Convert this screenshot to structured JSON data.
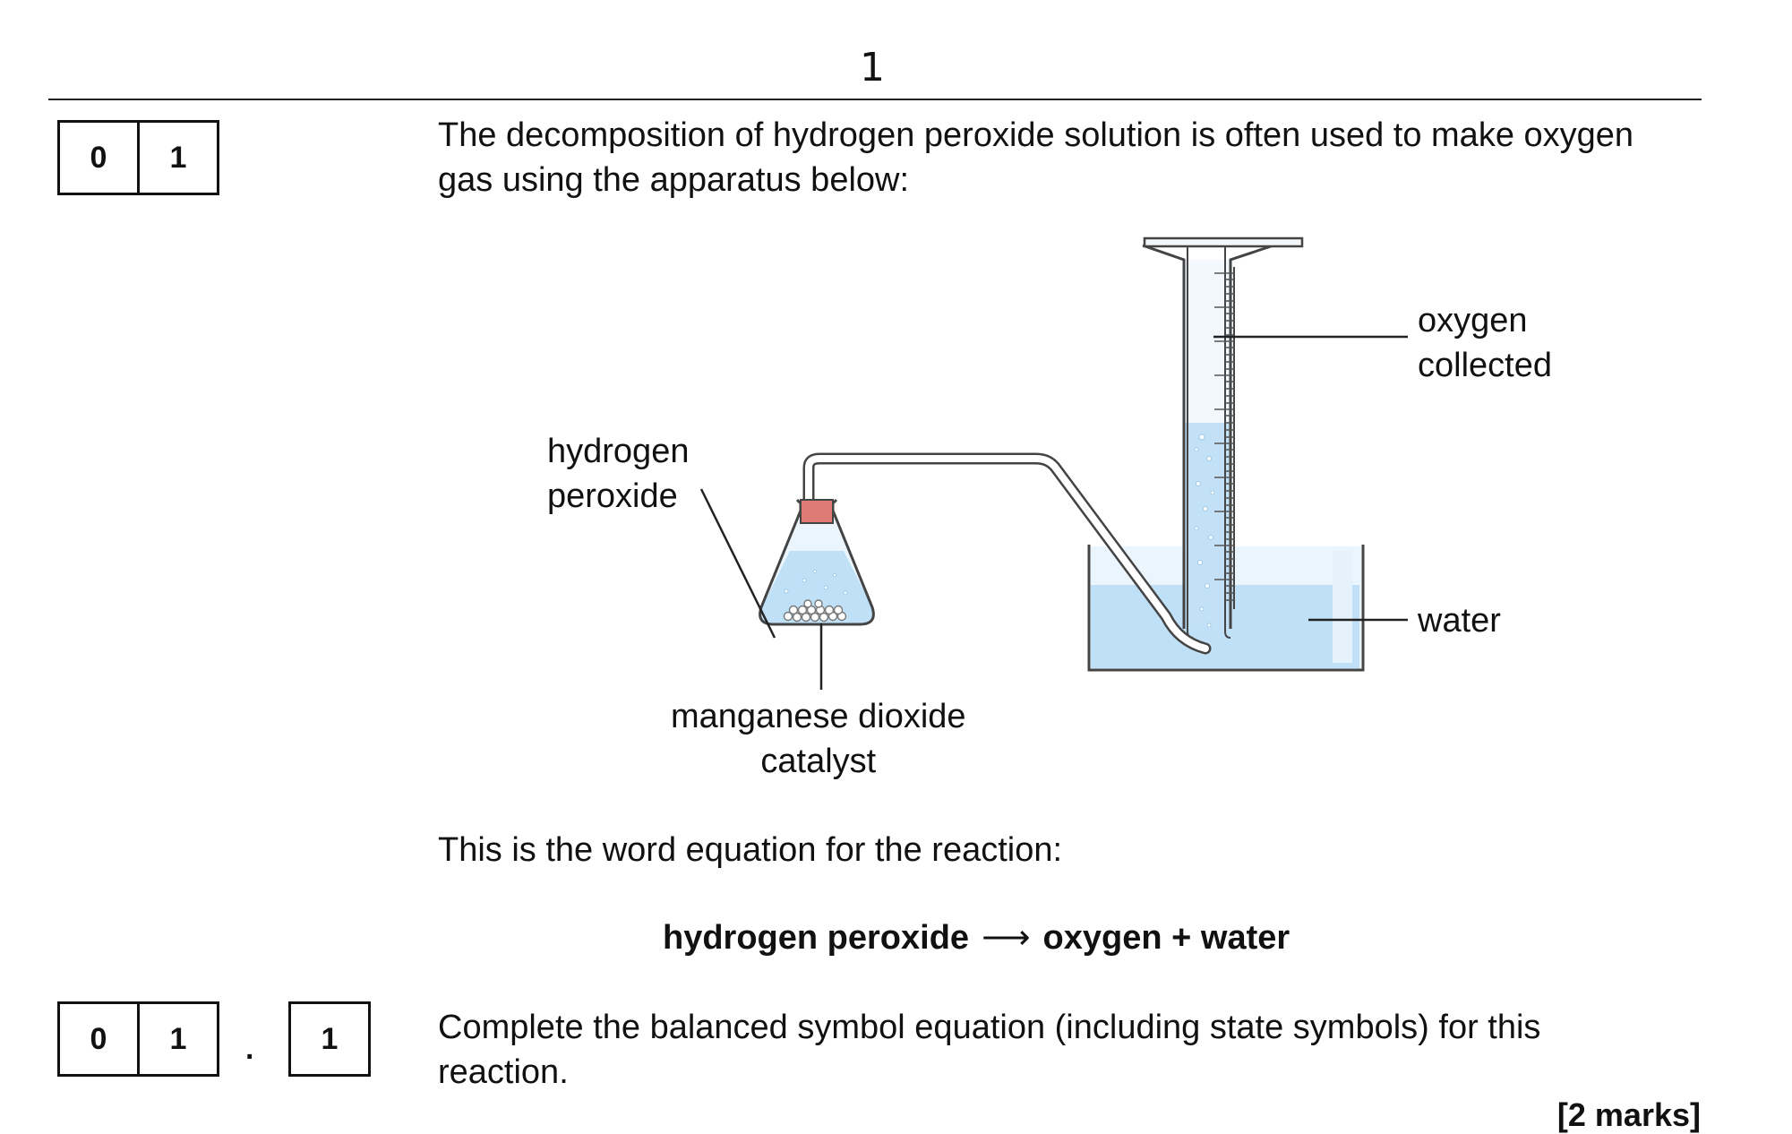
{
  "page": {
    "number": "1"
  },
  "question": {
    "number_digits": [
      "0",
      "1"
    ],
    "intro": "The decomposition of hydrogen peroxide solution is often used to make oxygen gas using the apparatus below:",
    "equation_intro": "This is the word equation for the reaction:",
    "word_equation": {
      "reactant": "hydrogen peroxide",
      "arrow": "⟶",
      "products": "oxygen + water"
    }
  },
  "diagram": {
    "labels": {
      "hydrogen_peroxide": [
        "hydrogen",
        "peroxide"
      ],
      "manganese_dioxide": [
        "manganese dioxide",
        "catalyst"
      ],
      "oxygen_collected": [
        "oxygen",
        "collected"
      ],
      "water": "water"
    },
    "colors": {
      "liquid": "#bfe0f7",
      "stopper": "#e07a74",
      "glass_outline": "#444444"
    }
  },
  "subquestion": {
    "number_digits": [
      "0",
      "1"
    ],
    "separator": ".",
    "part": "1",
    "prompt": "Complete the balanced symbol equation (including state symbols) for this reaction.",
    "marks": "[2 marks]"
  }
}
